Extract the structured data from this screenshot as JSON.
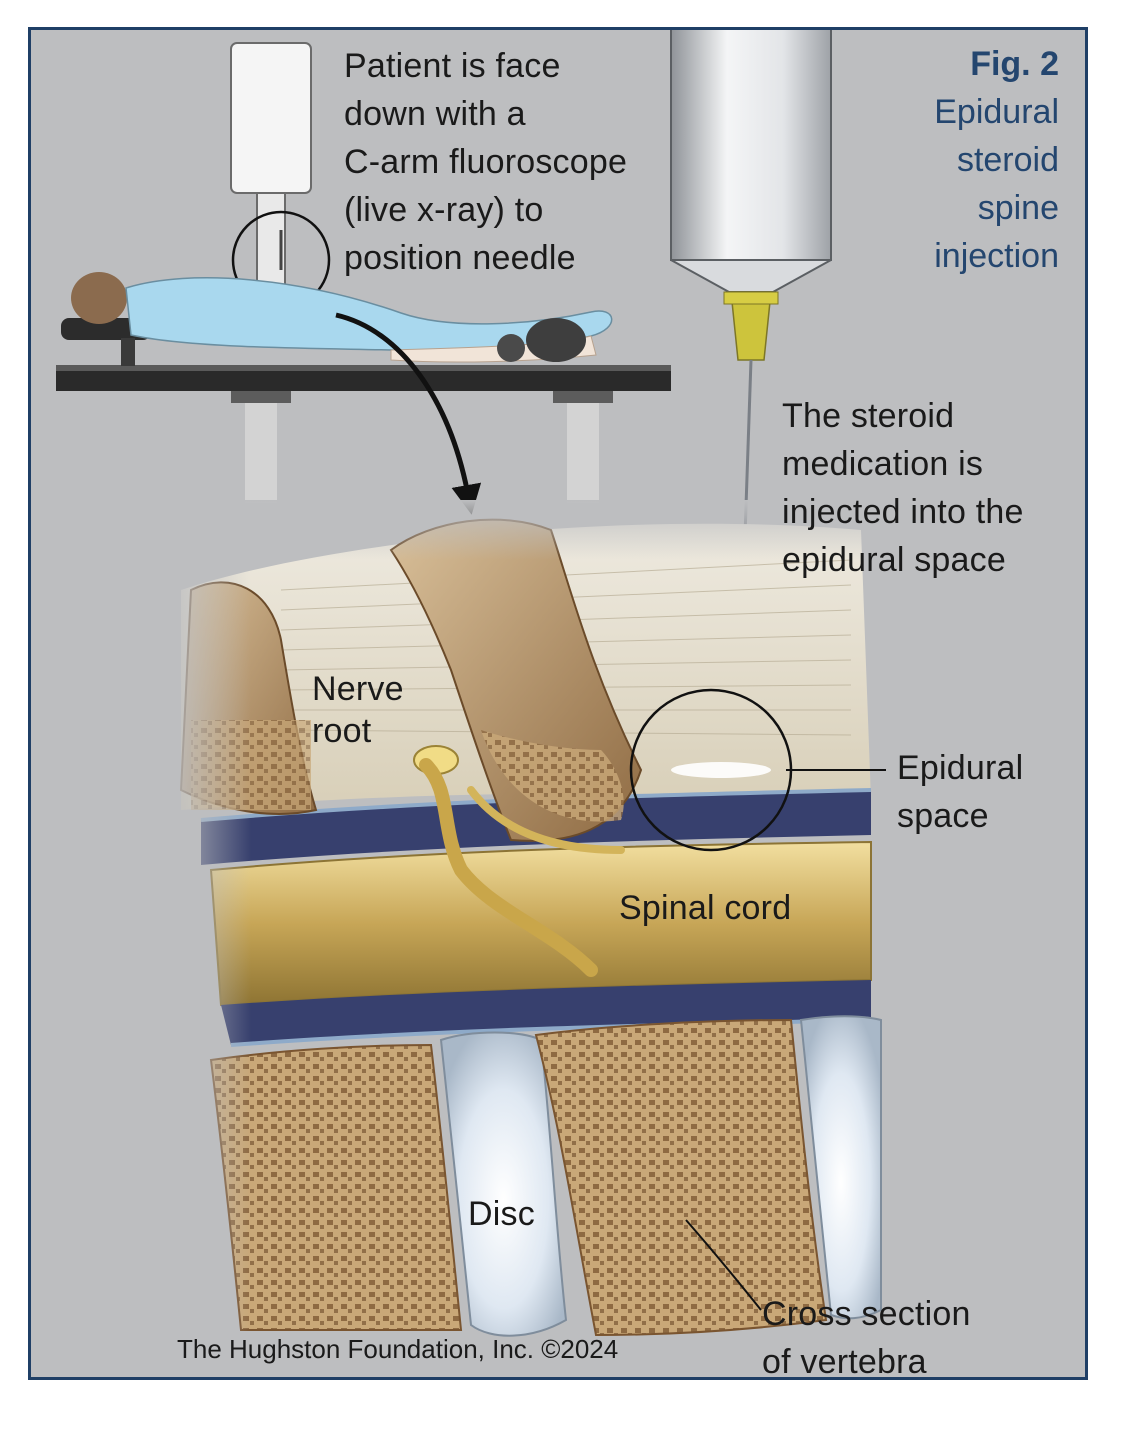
{
  "figure": {
    "number": "Fig. 2",
    "title": "Epidural\nsteroid\nspine\ninjection"
  },
  "labels": {
    "patient_position": "Patient is face\ndown with a\nC-arm fluoroscope\n(live x-ray) to\nposition needle",
    "steroid_note": "The steroid\nmedication is\ninjected into the\nepidural space",
    "nerve_root": "Nerve\nroot",
    "epidural_space": "Epidural\nspace",
    "spinal_cord": "Spinal cord",
    "disc": "Disc",
    "vertebra": "Cross section\nof vertebra"
  },
  "credit": "The Hughston Foundation, Inc. ©2024",
  "colors": {
    "frame_border": "#1f3f66",
    "title_blue": "#24466f",
    "background_gray": "#bdbec0",
    "bone_tan": "#b8956a",
    "cord_gold": "#c9aa5c",
    "disc_blue": "#dce6f0",
    "needle_yellow": "#c9c23a"
  }
}
